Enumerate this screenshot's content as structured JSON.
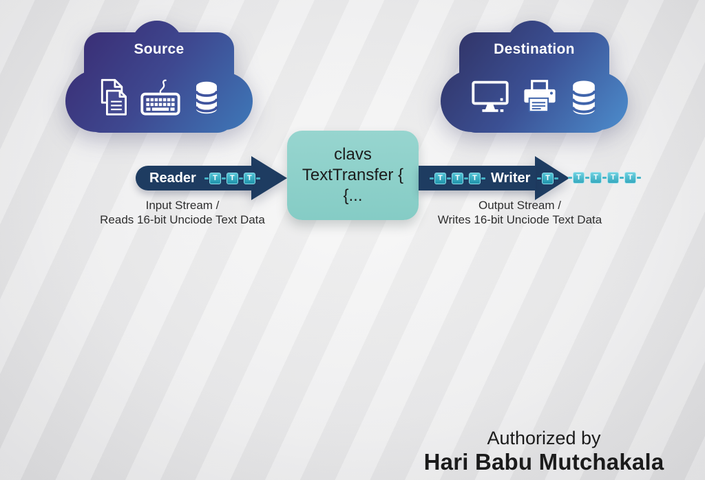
{
  "source_cloud": {
    "title": "Source",
    "icons": [
      "documents-icon",
      "keyboard-icon",
      "database-icon"
    ]
  },
  "destination_cloud": {
    "title": "Destination",
    "icons": [
      "monitor-icon",
      "printer-icon",
      "database-icon"
    ]
  },
  "reader": {
    "label": "Reader",
    "caption": [
      "Input Stream /",
      "Reads 16-bit Unciode Text Data"
    ]
  },
  "writer": {
    "label": "Writer",
    "caption": [
      "Output Stream /",
      "Writes 16-bit Unciode Text Data"
    ]
  },
  "transfer_box": {
    "lines": [
      "clavs",
      "TextTransfer {",
      "{..."
    ]
  },
  "chain": {
    "t": "T"
  },
  "footer": {
    "line1": "Authorized by",
    "line2": "Hari Babu Mutchakala"
  },
  "colors": {
    "arrow_navy": "#1e3c61",
    "t_block_teal": "#2aa0b6",
    "t_block_trailing": "#4fc2d5",
    "transfer_box_teal": "#8fd0cb",
    "cloud_gradient_start": "#3a2d74",
    "cloud_gradient_end": "#3e74b5",
    "background": "#ececed"
  }
}
